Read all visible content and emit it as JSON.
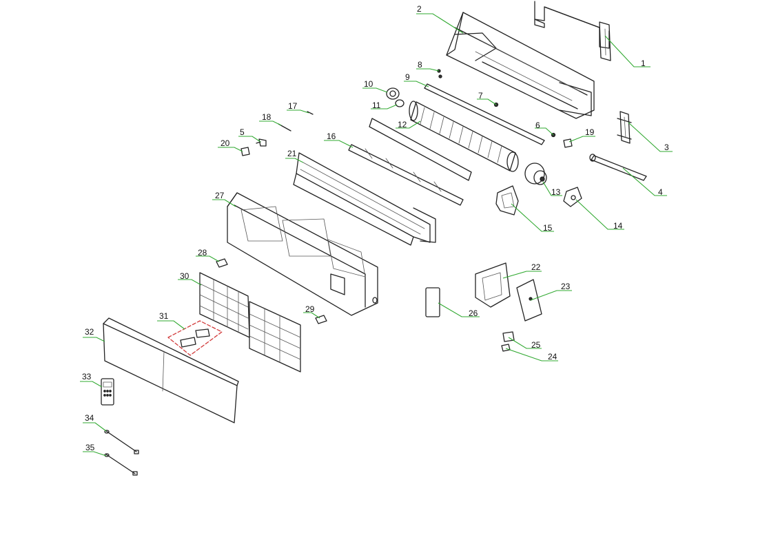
{
  "diagram": {
    "type": "exploded-parts-view",
    "leader_color": "#2fa82f",
    "highlight_color": "#d23b3b",
    "callouts": [
      "1",
      "2",
      "3",
      "4",
      "5",
      "6",
      "7",
      "8",
      "9",
      "10",
      "11",
      "12",
      "13",
      "14",
      "15",
      "16",
      "17",
      "18",
      "19",
      "20",
      "21",
      "22",
      "23",
      "24",
      "25",
      "26",
      "27",
      "28",
      "29",
      "30",
      "31",
      "32",
      "33",
      "34",
      "35"
    ]
  }
}
